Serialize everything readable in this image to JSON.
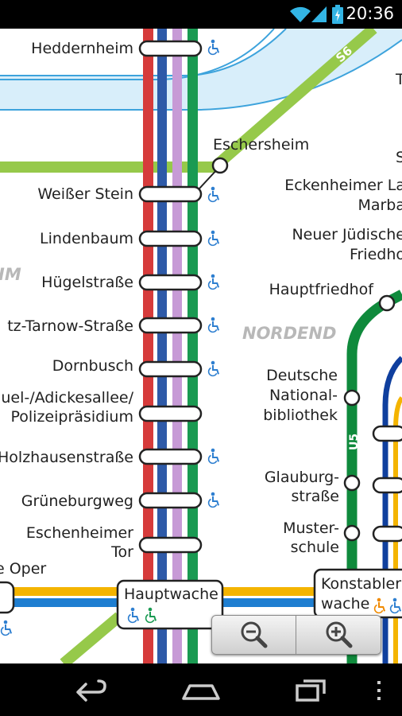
{
  "status_bar": {
    "time": "20:36"
  },
  "map": {
    "district_labels": {
      "nordend": "NORDEND",
      "partial_left": "IM"
    },
    "line_labels": {
      "s6": "S6",
      "u5": "U5"
    },
    "stations_left": [
      {
        "lines": [
          "Heddernheim"
        ],
        "access": true
      },
      {
        "lines": [
          "Eschersheim"
        ],
        "access": false
      },
      {
        "lines": [
          "Weißer Stein"
        ],
        "access": true
      },
      {
        "lines": [
          "Lindenbaum"
        ],
        "access": true
      },
      {
        "lines": [
          "Hügelstraße"
        ],
        "access": true
      },
      {
        "lines": [
          "tz-Tarnow-Straße"
        ],
        "access": true
      },
      {
        "lines": [
          "Dornbusch"
        ],
        "access": true
      },
      {
        "lines": [
          "uel-/Adickesallee/",
          "Polizeipräsidium"
        ],
        "access": false
      },
      {
        "lines": [
          "Holzhausenstraße"
        ],
        "access": true
      },
      {
        "lines": [
          "Grüneburgweg"
        ],
        "access": true
      },
      {
        "lines": [
          "Eschenheimer",
          "Tor"
        ],
        "access": false
      },
      {
        "lines": [
          "e Oper"
        ],
        "access": false
      },
      {
        "lines": [
          "Hauptwache"
        ],
        "access": true
      }
    ],
    "stations_right": [
      {
        "lines": [
          "Eckenheimer La",
          "Marba"
        ]
      },
      {
        "lines": [
          "Neuer Jüdische",
          "Friedho"
        ]
      },
      {
        "lines": [
          "Hauptfriedhof"
        ]
      },
      {
        "lines": [
          "Deutsche",
          "National-",
          "bibliothek"
        ]
      },
      {
        "lines": [
          "Glauburg-",
          "straße"
        ]
      },
      {
        "lines": [
          "Muster-",
          "schule"
        ]
      },
      {
        "lines": [
          "Konstabler",
          "wache"
        ]
      }
    ],
    "edge_letters": [
      "T",
      "S"
    ],
    "colors": {
      "red": "#d63b3b",
      "blue": "#2e5aa8",
      "violet": "#c79ad6",
      "green": "#1a9a52",
      "river": "#d8eefa",
      "river_edge": "#3da3dc",
      "s_green": "#96c94a",
      "orange": "#f4b400",
      "s_blue": "#1e7ed1",
      "u5_green": "#0f8a3c",
      "access_blue": "#2e7fd0"
    }
  },
  "zoom_controls": {
    "zoom_out_icon": "zoom-out-icon",
    "zoom_in_icon": "zoom-in-icon"
  },
  "nav_bar": {
    "icons": [
      "back-icon",
      "home-icon",
      "recent-apps-icon",
      "menu-icon"
    ]
  }
}
